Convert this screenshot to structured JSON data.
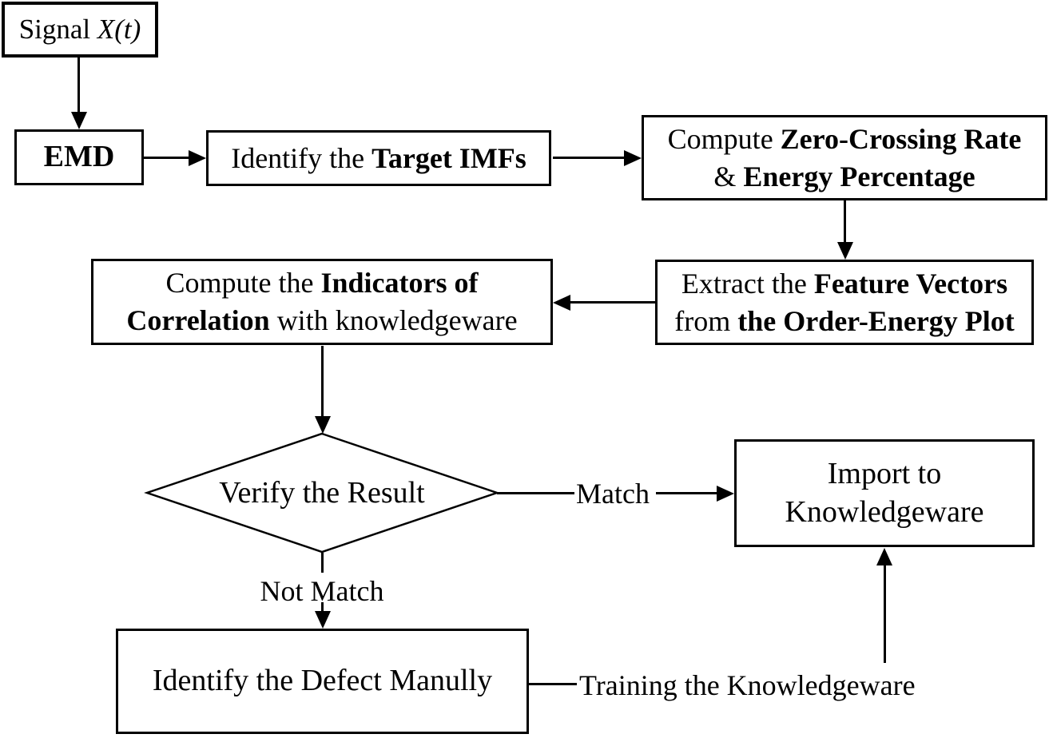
{
  "figure": {
    "type": "flowchart",
    "colors": {
      "background": "#ffffff",
      "line": "#000000",
      "text": "#000000"
    }
  },
  "nodes": {
    "signal": {
      "prefix": "Signal ",
      "math": "X(t)"
    },
    "emd": {
      "label": "EMD"
    },
    "identify": {
      "pre": "Identify the ",
      "bold": "Target IMFs"
    },
    "zerocross": {
      "l1pre": "Compute ",
      "l1bold": "Zero-Crossing Rate",
      "l2pre": "& ",
      "l2bold": "Energy Percentage"
    },
    "extract": {
      "l1pre": "Extract the ",
      "l1bold": "Feature Vectors",
      "l2pre": "from ",
      "l2bold": "the Order-Energy Plot"
    },
    "indicators": {
      "l1pre": "Compute the ",
      "l1bold": "Indicators of",
      "l2bold": "Correlation",
      "l2post": " with knowledgeware"
    },
    "decision": {
      "label": "Verify the Result"
    },
    "import_box": {
      "line1": "Import to",
      "line2": "Knowledgeware"
    },
    "defect": {
      "label": "Identify the Defect Manully"
    }
  },
  "edge_labels": {
    "match": "Match",
    "not_match": "Not Match",
    "training": "Training the Knowledgeware"
  }
}
